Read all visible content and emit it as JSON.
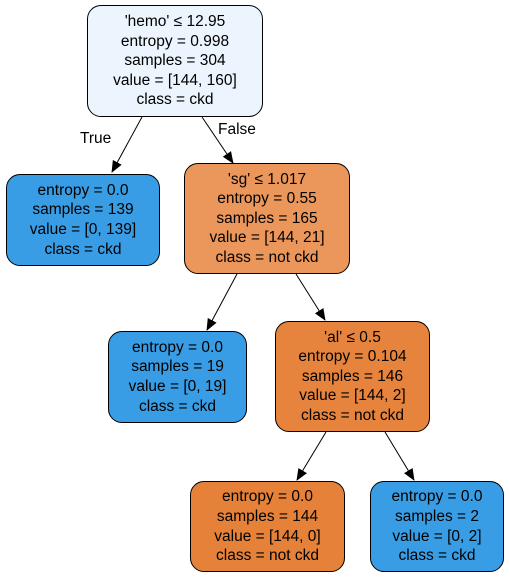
{
  "colors": {
    "root": "#ecf5fd",
    "blue_pure": "#399de5",
    "orange_mid": "#eb965a",
    "orange_strong": "#e6843e",
    "orange_pure": "#e58139",
    "edge": "#000000"
  },
  "edge_labels": {
    "true_label": "True",
    "false_label": "False"
  },
  "nodes": [
    {
      "id": "n0",
      "split": "'hemo' ≤ 12.95",
      "entropy": "entropy = 0.998",
      "samples": "samples = 304",
      "value": "value = [144, 160]",
      "class": "class = ckd"
    },
    {
      "id": "n1",
      "split": "",
      "entropy": "entropy = 0.0",
      "samples": "samples = 139",
      "value": "value = [0, 139]",
      "class": "class = ckd"
    },
    {
      "id": "n2",
      "split": "'sg' ≤ 1.017",
      "entropy": "entropy = 0.55",
      "samples": "samples = 165",
      "value": "value = [144, 21]",
      "class": "class = not ckd"
    },
    {
      "id": "n3",
      "split": "",
      "entropy": "entropy = 0.0",
      "samples": "samples = 19",
      "value": "value = [0, 19]",
      "class": "class = ckd"
    },
    {
      "id": "n4",
      "split": "'al' ≤ 0.5",
      "entropy": "entropy = 0.104",
      "samples": "samples = 146",
      "value": "value = [144, 2]",
      "class": "class = not ckd"
    },
    {
      "id": "n5",
      "split": "",
      "entropy": "entropy = 0.0",
      "samples": "samples = 144",
      "value": "value = [144, 0]",
      "class": "class = not ckd"
    },
    {
      "id": "n6",
      "split": "",
      "entropy": "entropy = 0.0",
      "samples": "samples = 2",
      "value": "value = [0, 2]",
      "class": "class = ckd"
    }
  ]
}
